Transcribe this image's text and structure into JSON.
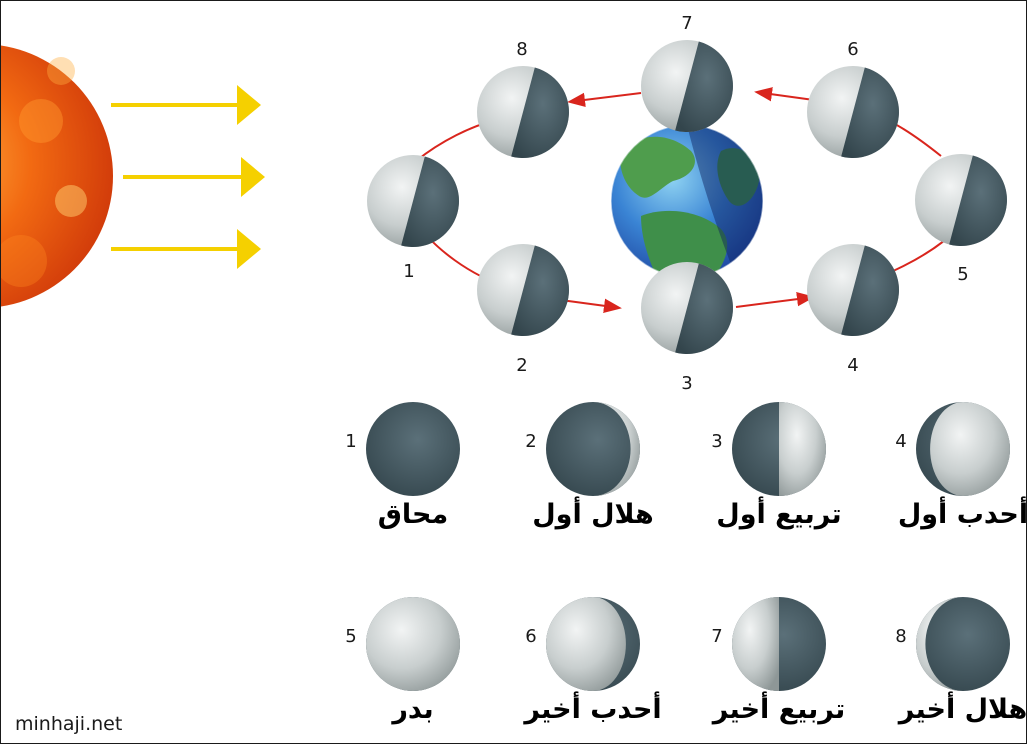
{
  "orbit_labels": [
    "1",
    "2",
    "3",
    "4",
    "5",
    "6",
    "7",
    "8"
  ],
  "phases": [
    {
      "number": "1",
      "name": "محاق",
      "lit_fraction": 0.0,
      "lit_side": "right"
    },
    {
      "number": "2",
      "name": "هلال أول",
      "lit_fraction": 0.1,
      "lit_side": "right"
    },
    {
      "number": "3",
      "name": "تربيع أول",
      "lit_fraction": 0.5,
      "lit_side": "right"
    },
    {
      "number": "4",
      "name": "أحدب أول",
      "lit_fraction": 0.85,
      "lit_side": "right"
    },
    {
      "number": "5",
      "name": "بدر",
      "lit_fraction": 1.0,
      "lit_side": "right"
    },
    {
      "number": "6",
      "name": "أحدب أخير",
      "lit_fraction": 0.85,
      "lit_side": "left"
    },
    {
      "number": "7",
      "name": "تربيع أخير",
      "lit_fraction": 0.5,
      "lit_side": "left"
    },
    {
      "number": "8",
      "name": "هلال أخير",
      "lit_fraction": 0.1,
      "lit_side": "left"
    }
  ],
  "watermark": "minhaji.net",
  "colors": {
    "sun": "#e8470c",
    "sun_glow": "#ff9a2e",
    "sunlight_arrows": "#f5d000",
    "orbit_path": "#d9251d",
    "moon_light": "#c9cfcf",
    "moon_dark": "#4a5e66",
    "earth_ocean": "#2f63c4",
    "earth_land": "#3f8f4a"
  }
}
